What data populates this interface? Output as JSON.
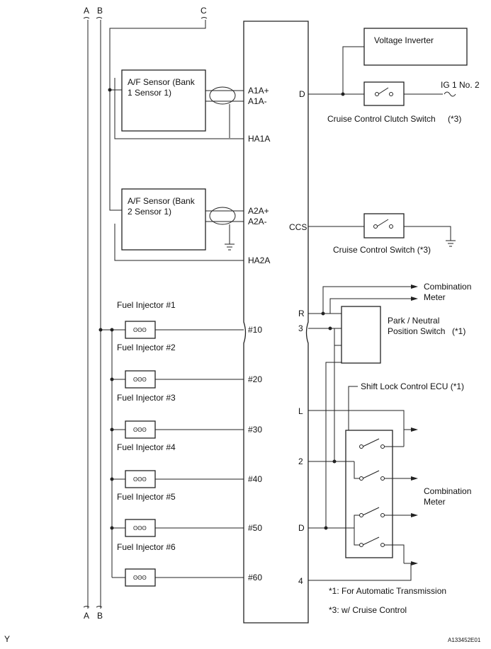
{
  "trunks": {
    "a": "A",
    "b": "B",
    "c": "C"
  },
  "sensors": {
    "bank1": {
      "line1": "A/F Sensor (Bank",
      "line2": "1 Sensor 1)",
      "pos": "A1A+",
      "neg": "A1A-",
      "heater": "HA1A"
    },
    "bank2": {
      "line1": "A/F Sensor (Bank",
      "line2": "2 Sensor 1)",
      "pos": "A2A+",
      "neg": "A2A-",
      "heater": "HA2A"
    }
  },
  "injectors": [
    {
      "label": "Fuel Injector #1",
      "pin": "#10"
    },
    {
      "label": "Fuel Injector #2",
      "pin": "#20"
    },
    {
      "label": "Fuel Injector #3",
      "pin": "#30"
    },
    {
      "label": "Fuel Injector #4",
      "pin": "#40"
    },
    {
      "label": "Fuel Injector #5",
      "pin": "#50"
    },
    {
      "label": "Fuel Injector #6",
      "pin": "#60"
    }
  ],
  "right": {
    "voltage_inverter": "Voltage Inverter",
    "pin_d": "D",
    "ig": "IG 1 No. 2",
    "clutch_switch": "Cruise Control Clutch Switch",
    "clutch_note": "(*3)",
    "pin_ccs": "CCS",
    "cruise_switch": "Cruise Control Switch (*3)",
    "combination_meter_1": "Combination",
    "combination_meter_2": "Meter",
    "pin_r": "R",
    "pin_3": "3",
    "pns_1": "Park / Neutral",
    "pns_2": "Position Switch",
    "pns_note": "(*1)",
    "shift_lock": "Shift Lock Control ECU (*1)",
    "pin_l": "L",
    "pin_2": "2",
    "pin_d2": "D",
    "pin_4": "4",
    "meter2_1": "Combination",
    "meter2_2": "Meter"
  },
  "notes": {
    "n1": "*1: For Automatic Transmission",
    "n3": "*3: w/ Cruise Control"
  },
  "corner_mark": "Y",
  "figure_id": "A133452E01"
}
